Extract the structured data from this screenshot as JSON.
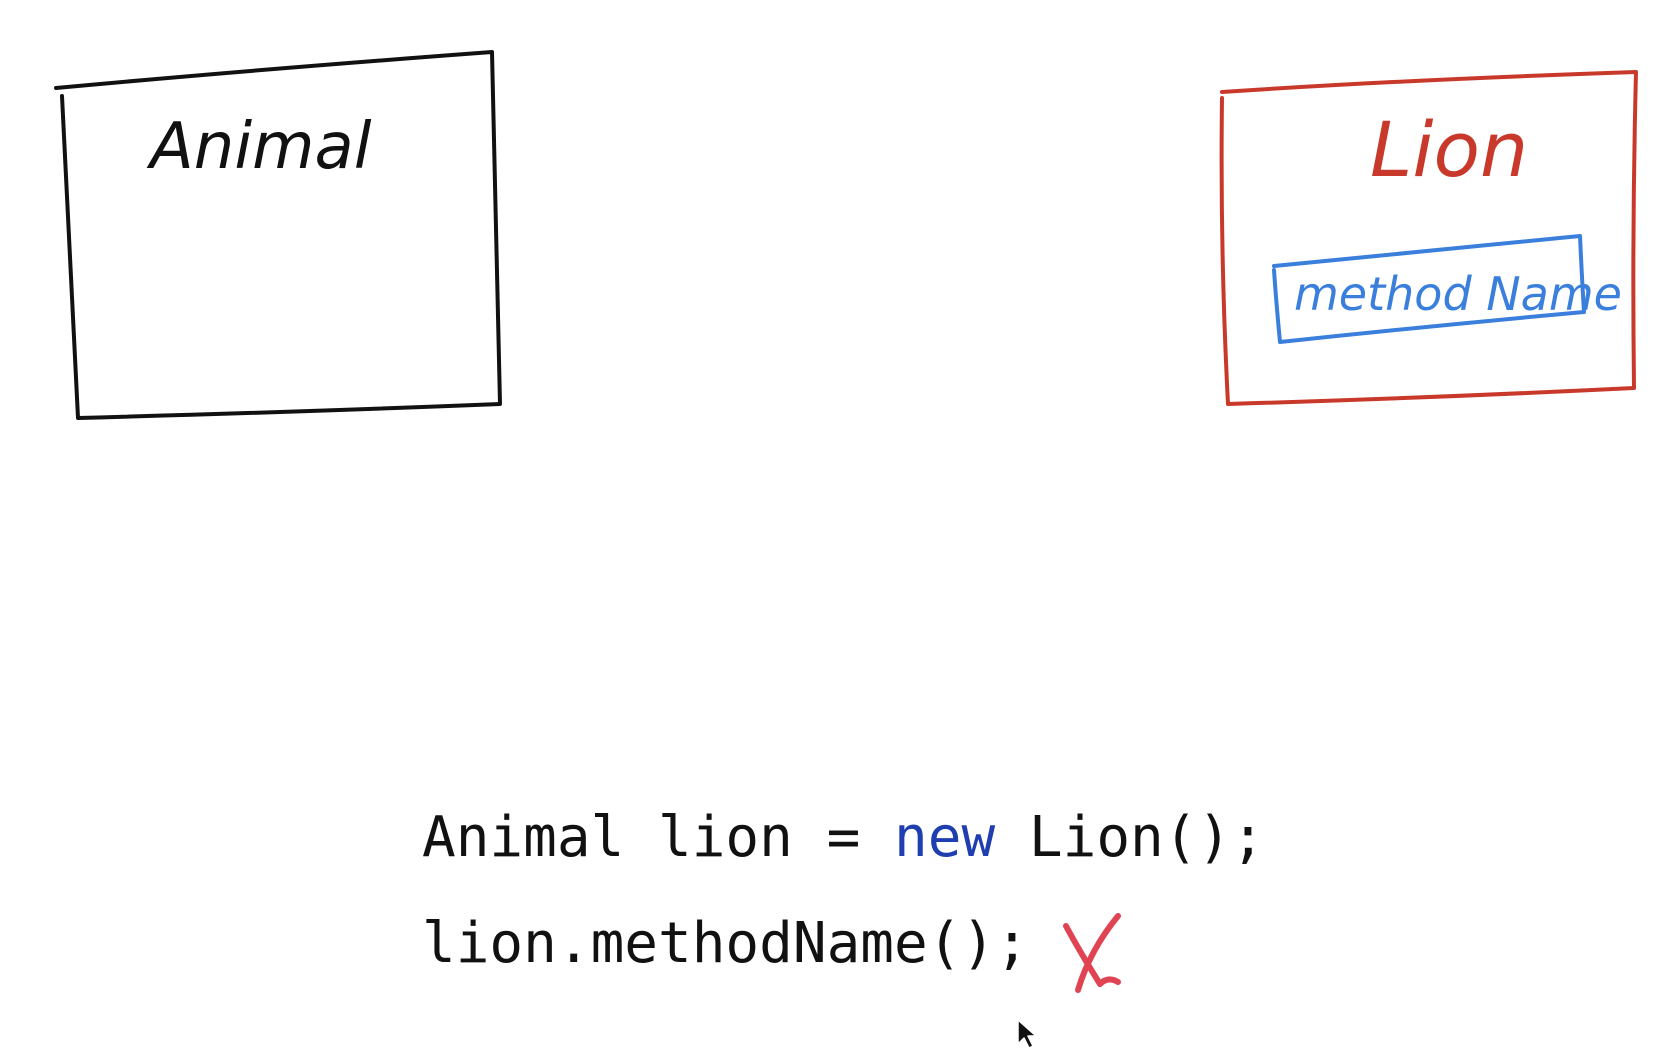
{
  "diagram": {
    "animal_box": {
      "label": "Animal",
      "color": "#111111"
    },
    "lion_box": {
      "label": "Lion",
      "color": "#c9392b",
      "method": {
        "label": "method Name",
        "color": "#3a7fdc"
      }
    }
  },
  "code": {
    "line1": {
      "part1": "Animal lion = ",
      "keyword": "new",
      "part2": " Lion();",
      "keyword_color": "#1f3fb0"
    },
    "line2": {
      "text": "lion.methodName();"
    },
    "error_mark": {
      "icon": "cross-icon",
      "color": "#e04452"
    }
  },
  "cursor": {
    "icon": "mouse-pointer-icon"
  }
}
